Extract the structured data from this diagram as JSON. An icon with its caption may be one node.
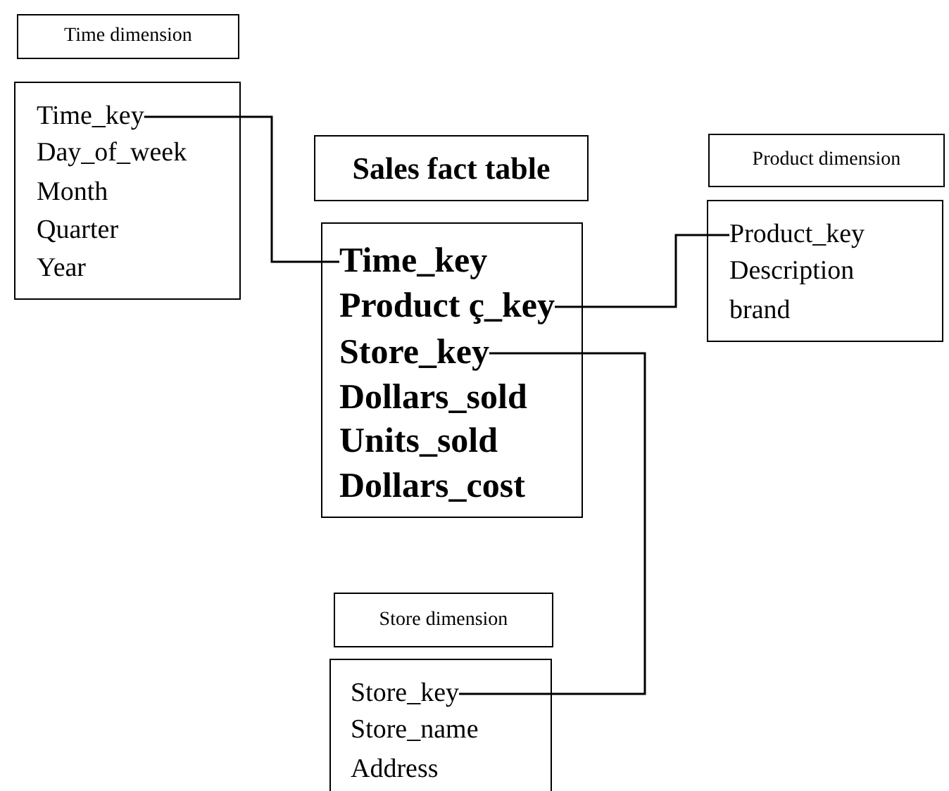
{
  "diagram": {
    "nodes": [
      {
        "text": [
          "Time dimension"
        ]
      },
      {
        "text": [],
        "shape": "box"
      },
      {
        "text": [
          "Time_key"
        ],
        "in": 1
      },
      {
        "text": [
          "Day_of_week"
        ],
        "in": 1
      },
      {
        "text": [
          "Month"
        ],
        "in": 1
      },
      {
        "text": [
          "Quarter"
        ],
        "in": 1
      },
      {
        "text": [
          "Year"
        ],
        "in": 1
      },
      {
        "text": [
          "Sales fact table"
        ]
      },
      {
        "text": [],
        "shape": "box"
      },
      {
        "text": [
          "Time_key"
        ],
        "in": 8
      },
      {
        "text": [
          "Product ç_key"
        ],
        "in": 8
      },
      {
        "text": [
          "Store_key"
        ],
        "in": 8
      },
      {
        "text": [
          "Dollars_sold"
        ],
        "in": 8
      },
      {
        "text": [
          "Units_sold"
        ],
        "in": 8
      },
      {
        "text": [
          "Dollars_cost"
        ],
        "in": 8
      },
      {
        "text": [
          "Product dimension"
        ]
      },
      {
        "text": [],
        "shape": "box"
      },
      {
        "text": [
          "Product_key"
        ],
        "in": 16
      },
      {
        "text": [
          "Description"
        ],
        "in": 16
      },
      {
        "text": [
          "brand"
        ],
        "in": 16
      },
      {
        "text": [
          "Store dimension"
        ]
      },
      {
        "text": [],
        "shape": "box"
      },
      {
        "text": [
          "Store_key"
        ],
        "in": 21
      },
      {
        "text": [
          "Store_name"
        ],
        "in": 21
      },
      {
        "text": [
          "Address"
        ],
        "in": 21
      }
    ],
    "edges": [
      {
        "from": 2,
        "to": 9,
        "arrow": "none"
      },
      {
        "from": 10,
        "to": 17,
        "arrow": "none"
      },
      {
        "from": 11,
        "to": 22,
        "arrow": "none"
      }
    ]
  }
}
